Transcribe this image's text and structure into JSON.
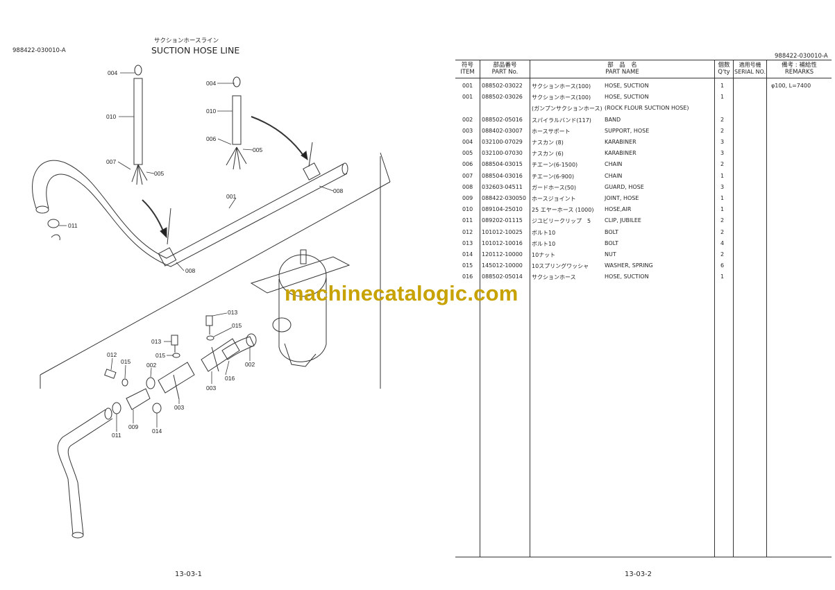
{
  "header": {
    "doc_code_left": "988422-030010-A",
    "title_jp": "サクションホースライン",
    "title_en": "SUCTION HOSE LINE",
    "doc_code_right": "988422-030010-A"
  },
  "diagram": {
    "callouts": [
      "004",
      "010",
      "007",
      "005",
      "004",
      "010",
      "006",
      "005",
      "001",
      "008",
      "011",
      "008",
      "013",
      "015",
      "013",
      "015",
      "012",
      "015",
      "002",
      "003",
      "003",
      "016",
      "002",
      "011",
      "009",
      "014"
    ]
  },
  "watermark": "machinecatalogic.com",
  "table": {
    "headers": {
      "item_jp": "符号",
      "item_en": "ITEM",
      "part_no_jp": "部品番号",
      "part_no_en": "PART No.",
      "part_name_jp": "部　品　名",
      "part_name_en": "PART NAME",
      "qty_jp": "個数",
      "qty_en": "Q'ty",
      "serial_jp": "適用号機",
      "serial_en": "SERIAL NO.",
      "remarks_jp": "備考 : 補給性",
      "remarks_en": "REMARKS"
    },
    "rows": [
      {
        "item": "001",
        "part_no": "088502-03022",
        "name_jp": "サクションホース(100)",
        "name_en": "HOSE, SUCTION",
        "qty": "1",
        "remarks": "φ100, L=7400"
      },
      {
        "item": "001",
        "part_no": "088502-03026",
        "name_jp": "サクションホース(100)",
        "name_en": "HOSE, SUCTION",
        "qty": "1",
        "remarks": ""
      },
      {
        "item": "",
        "part_no": "",
        "name_jp": "(ガンプンサクションホース)",
        "name_en": "(ROCK FLOUR SUCTION HOSE)",
        "qty": "",
        "remarks": ""
      },
      {
        "item": "002",
        "part_no": "088502-05016",
        "name_jp": "スパイラルバンド(117)",
        "name_en": "BAND",
        "qty": "2",
        "remarks": ""
      },
      {
        "item": "003",
        "part_no": "088402-03007",
        "name_jp": "ホースサポート",
        "name_en": "SUPPORT, HOSE",
        "qty": "2",
        "remarks": ""
      },
      {
        "item": "004",
        "part_no": "032100-07029",
        "name_jp": "ナスカン (8)",
        "name_en": "KARABINER",
        "qty": "3",
        "remarks": ""
      },
      {
        "item": "005",
        "part_no": "032100-07030",
        "name_jp": "ナスカン (6)",
        "name_en": "KARABINER",
        "qty": "3",
        "remarks": ""
      },
      {
        "item": "006",
        "part_no": "088504-03015",
        "name_jp": "チエーン(6-1500)",
        "name_en": "CHAIN",
        "qty": "2",
        "remarks": ""
      },
      {
        "item": "007",
        "part_no": "088504-03016",
        "name_jp": "チエーン(6-900)",
        "name_en": "CHAIN",
        "qty": "1",
        "remarks": ""
      },
      {
        "item": "008",
        "part_no": "032603-04511",
        "name_jp": "ガードホース(50)",
        "name_en": "GUARD, HOSE",
        "qty": "3",
        "remarks": ""
      },
      {
        "item": "009",
        "part_no": "088422-030050",
        "name_jp": "ホースジョイント",
        "name_en": "JOINT, HOSE",
        "qty": "1",
        "remarks": ""
      },
      {
        "item": "010",
        "part_no": "089104-25010",
        "name_jp": "25 エヤーホース (1000)",
        "name_en": "HOSE,AIR",
        "qty": "1",
        "remarks": ""
      },
      {
        "item": "011",
        "part_no": "089202-01115",
        "name_jp": "ジユビリークリップ　5",
        "name_en": "CLIP, JUBILEE",
        "qty": "2",
        "remarks": ""
      },
      {
        "item": "012",
        "part_no": "101012-10025",
        "name_jp": "ボルト10",
        "name_en": "BOLT",
        "qty": "2",
        "remarks": ""
      },
      {
        "item": "013",
        "part_no": "101012-10016",
        "name_jp": "ボルト10",
        "name_en": "BOLT",
        "qty": "4",
        "remarks": ""
      },
      {
        "item": "014",
        "part_no": "120112-10000",
        "name_jp": "10ナット",
        "name_en": "NUT",
        "qty": "2",
        "remarks": ""
      },
      {
        "item": "015",
        "part_no": "145012-10000",
        "name_jp": "10スプリングワッシャ",
        "name_en": "WASHER, SPRING",
        "qty": "6",
        "remarks": ""
      },
      {
        "item": "016",
        "part_no": "088502-05014",
        "name_jp": "サクションホース",
        "name_en": "HOSE, SUCTION",
        "qty": "1",
        "remarks": ""
      }
    ]
  },
  "footer": {
    "page_left": "13-03-1",
    "page_right": "13-03-2"
  }
}
